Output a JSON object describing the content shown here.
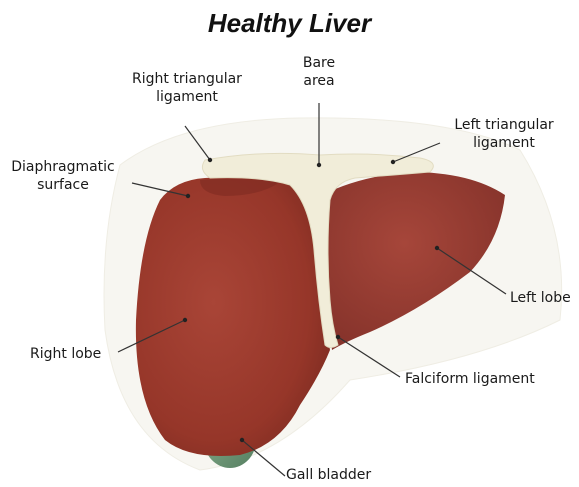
{
  "title": "Healthy Liver",
  "labels": {
    "right_triangular_ligament": "Right triangular\nligament",
    "bare_area": "Bare\narea",
    "left_triangular_ligament": "Left triangular\nligament",
    "diaphragmatic_surface": "Diaphragmatic\nsurface",
    "left_lobe": "Left lobe",
    "right_lobe": "Right lobe",
    "falciform_ligament": "Falciform ligament",
    "gall_bladder": "Gall bladder"
  },
  "colors": {
    "liver": "#9b3b2f",
    "liver_dark": "#7e2a22",
    "liver_light": "#b5564a",
    "ligament": "#f1edd9",
    "gall_bladder": "#6f9a78",
    "leader_line": "#333333"
  }
}
